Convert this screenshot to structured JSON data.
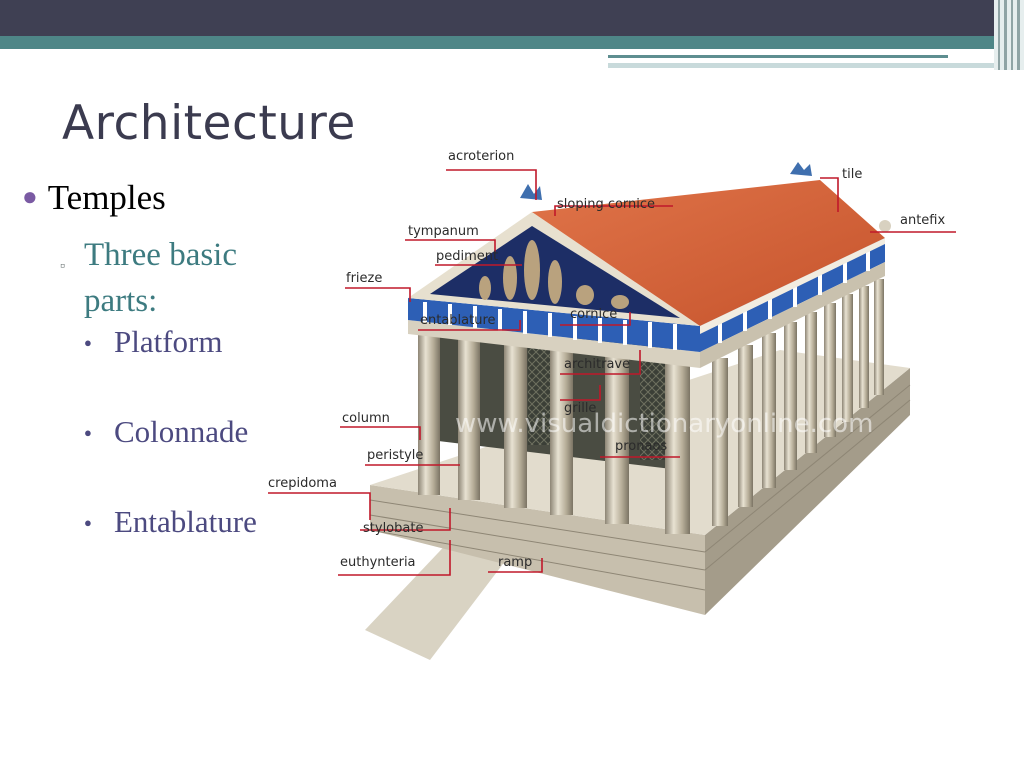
{
  "slide": {
    "title": "Architecture",
    "bullets": {
      "level1": "Temples",
      "level2": "Three basic parts:",
      "level3": [
        "Platform",
        "Colonnade",
        "Entablature"
      ]
    }
  },
  "diagram": {
    "labels": {
      "acroterion": "acroterion",
      "tile": "tile",
      "sloping_cornice": "sloping cornice",
      "antefix": "antefix",
      "tympanum": "tympanum",
      "pediment": "pediment",
      "frieze": "frieze",
      "cornice": "cornice",
      "entablature": "entablature",
      "architrave": "architrave",
      "grille": "grille",
      "column": "column",
      "pronaos": "pronaos",
      "peristyle": "peristyle",
      "crepidoma": "crepidoma",
      "stylobate": "stylobate",
      "euthynteria": "euthynteria",
      "ramp": "ramp"
    },
    "watermark": "www.visualdictionaryonline.com"
  },
  "colors": {
    "header_dark": "#3f4053",
    "header_teal": "#4e8687",
    "roof": "#d9653a",
    "frieze_blue": "#1f66c4",
    "label_line": "#c0182a",
    "stone": "#cfc7b4"
  }
}
